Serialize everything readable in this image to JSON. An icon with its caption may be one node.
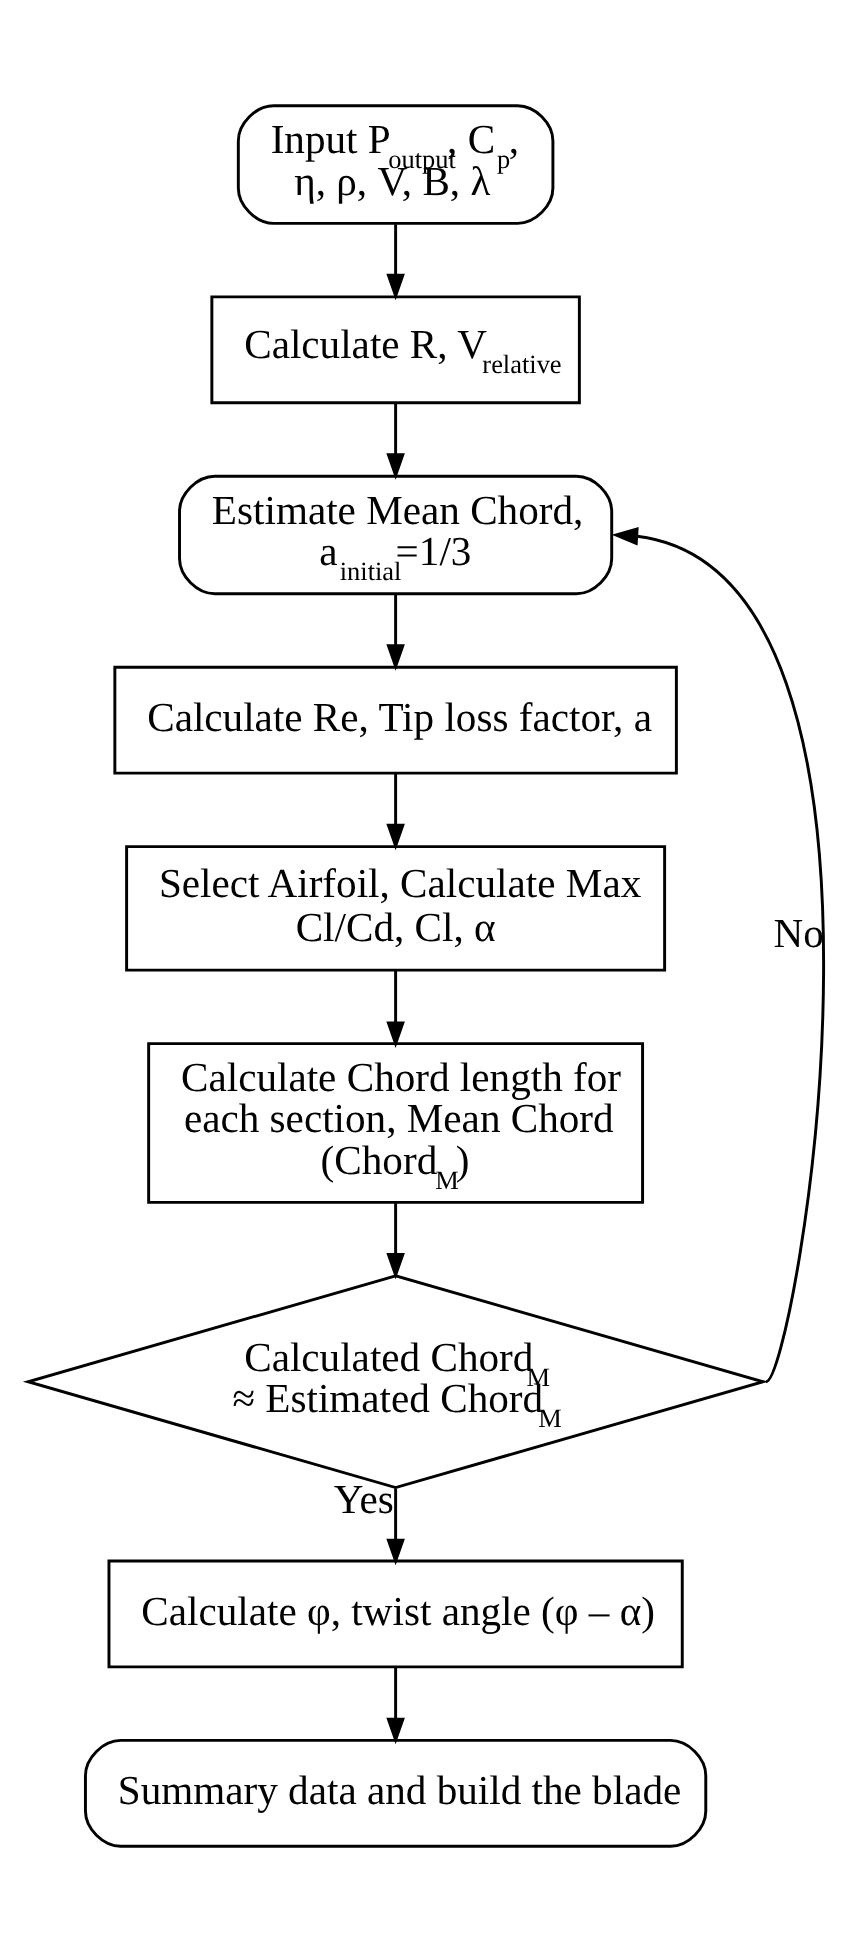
{
  "diagram": {
    "nodes": [
      {
        "text": [
          "Input P$_{output}$, C$_{p}$, η, ρ, V, B, λ"
        ]
      },
      {
        "text": [
          "Calculate R, V$_{relative}$"
        ]
      },
      {
        "text": [
          "Estimate Mean Chord, a$_{initial}$=1/3"
        ]
      },
      {
        "text": [
          "Calculate Re, Tip loss factor, a"
        ]
      },
      {
        "text": [
          "Select Airfoil, Calculate Max Cl/Cd, Cl, α"
        ]
      },
      {
        "text": [
          "Calculate Chord length for each section, Mean Chord (Chord$_{M}$)"
        ]
      },
      {
        "text": [
          "Calculated Chord$_{M}$ ≈ Estimated Chord$_{M}$"
        ]
      },
      {
        "text": [
          "Calculate φ, twist angle (φ – α)"
        ]
      },
      {
        "text": [
          "Summary data and build the blade"
        ]
      }
    ],
    "edges": [
      {
        "from": 0,
        "to": 1,
        "arrow": "to"
      },
      {
        "from": 1,
        "to": 2,
        "arrow": "to"
      },
      {
        "from": 2,
        "to": 3,
        "arrow": "to"
      },
      {
        "from": 3,
        "to": 4,
        "arrow": "to"
      },
      {
        "from": 4,
        "to": 5,
        "arrow": "to"
      },
      {
        "from": 5,
        "to": 6,
        "arrow": "to"
      },
      {
        "from": 6,
        "to": 7,
        "arrow": "to",
        "label": "Yes"
      },
      {
        "from": 7,
        "to": 8,
        "arrow": "to"
      },
      {
        "from": 6,
        "to": 2,
        "arrow": "to",
        "label": "No"
      }
    ]
  }
}
